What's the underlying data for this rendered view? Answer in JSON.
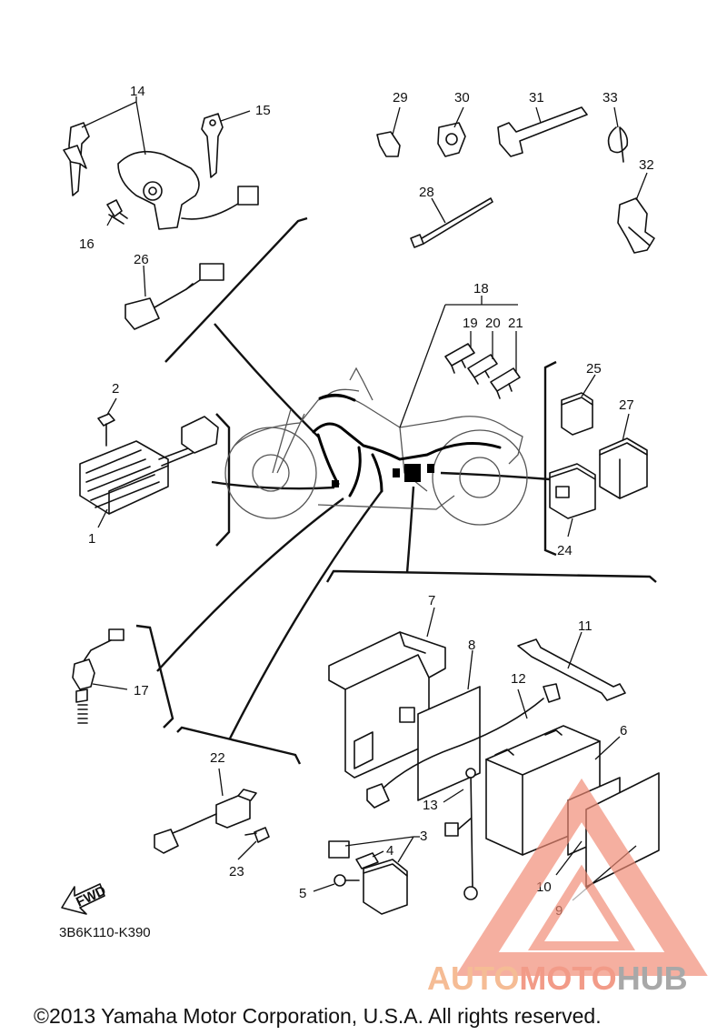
{
  "diagram": {
    "diagram_code": "3B6K110-K390",
    "copyright": "©2013 Yamaha Motor Corporation, U.S.A. All rights reserved.",
    "fwd_label": "FWD",
    "watermark": {
      "part1": "AUTO",
      "part2": "MOTO",
      "part3": "HUB"
    },
    "callouts": {
      "c1": "1",
      "c2": "2",
      "c3": "3",
      "c4": "4",
      "c5": "5",
      "c6": "6",
      "c7": "7",
      "c8": "8",
      "c9": "9",
      "c10": "10",
      "c11": "11",
      "c12": "12",
      "c13": "13",
      "c14": "14",
      "c15": "15",
      "c16": "16",
      "c17": "17",
      "c18": "18",
      "c19": "19",
      "c20": "20",
      "c21": "21",
      "c22": "22",
      "c23": "23",
      "c24": "24",
      "c25": "25",
      "c26": "26",
      "c27": "27",
      "c28": "28",
      "c29": "29",
      "c30": "30",
      "c31": "31",
      "c32": "32",
      "c33": "33"
    }
  }
}
